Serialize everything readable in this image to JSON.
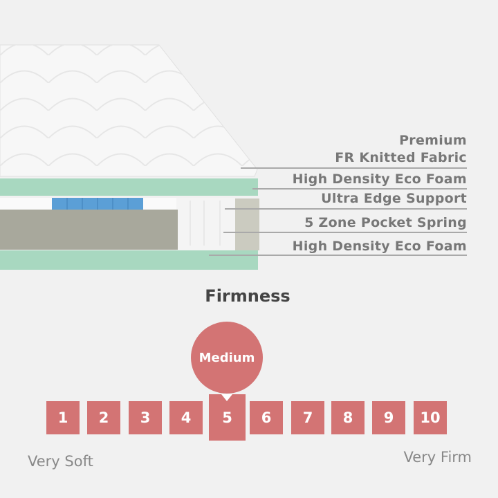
{
  "layers": [
    {
      "lines": [
        "Premium",
        "FR Knitted Fabric"
      ]
    },
    {
      "lines": [
        "High Density Eco Foam"
      ]
    },
    {
      "lines": [
        "Ultra Edge Support"
      ]
    },
    {
      "lines": [
        "5 Zone Pocket Spring"
      ]
    },
    {
      "lines": [
        "High Density Eco Foam"
      ]
    }
  ],
  "firmness": {
    "title": "Firmness",
    "levels": [
      "1",
      "2",
      "3",
      "4",
      "5",
      "6",
      "7",
      "8",
      "9",
      "10"
    ],
    "selected_level": 5,
    "selected_label": "Medium",
    "min_label": "Very Soft",
    "max_label": "Very Firm",
    "accent_color": "#d37474"
  }
}
